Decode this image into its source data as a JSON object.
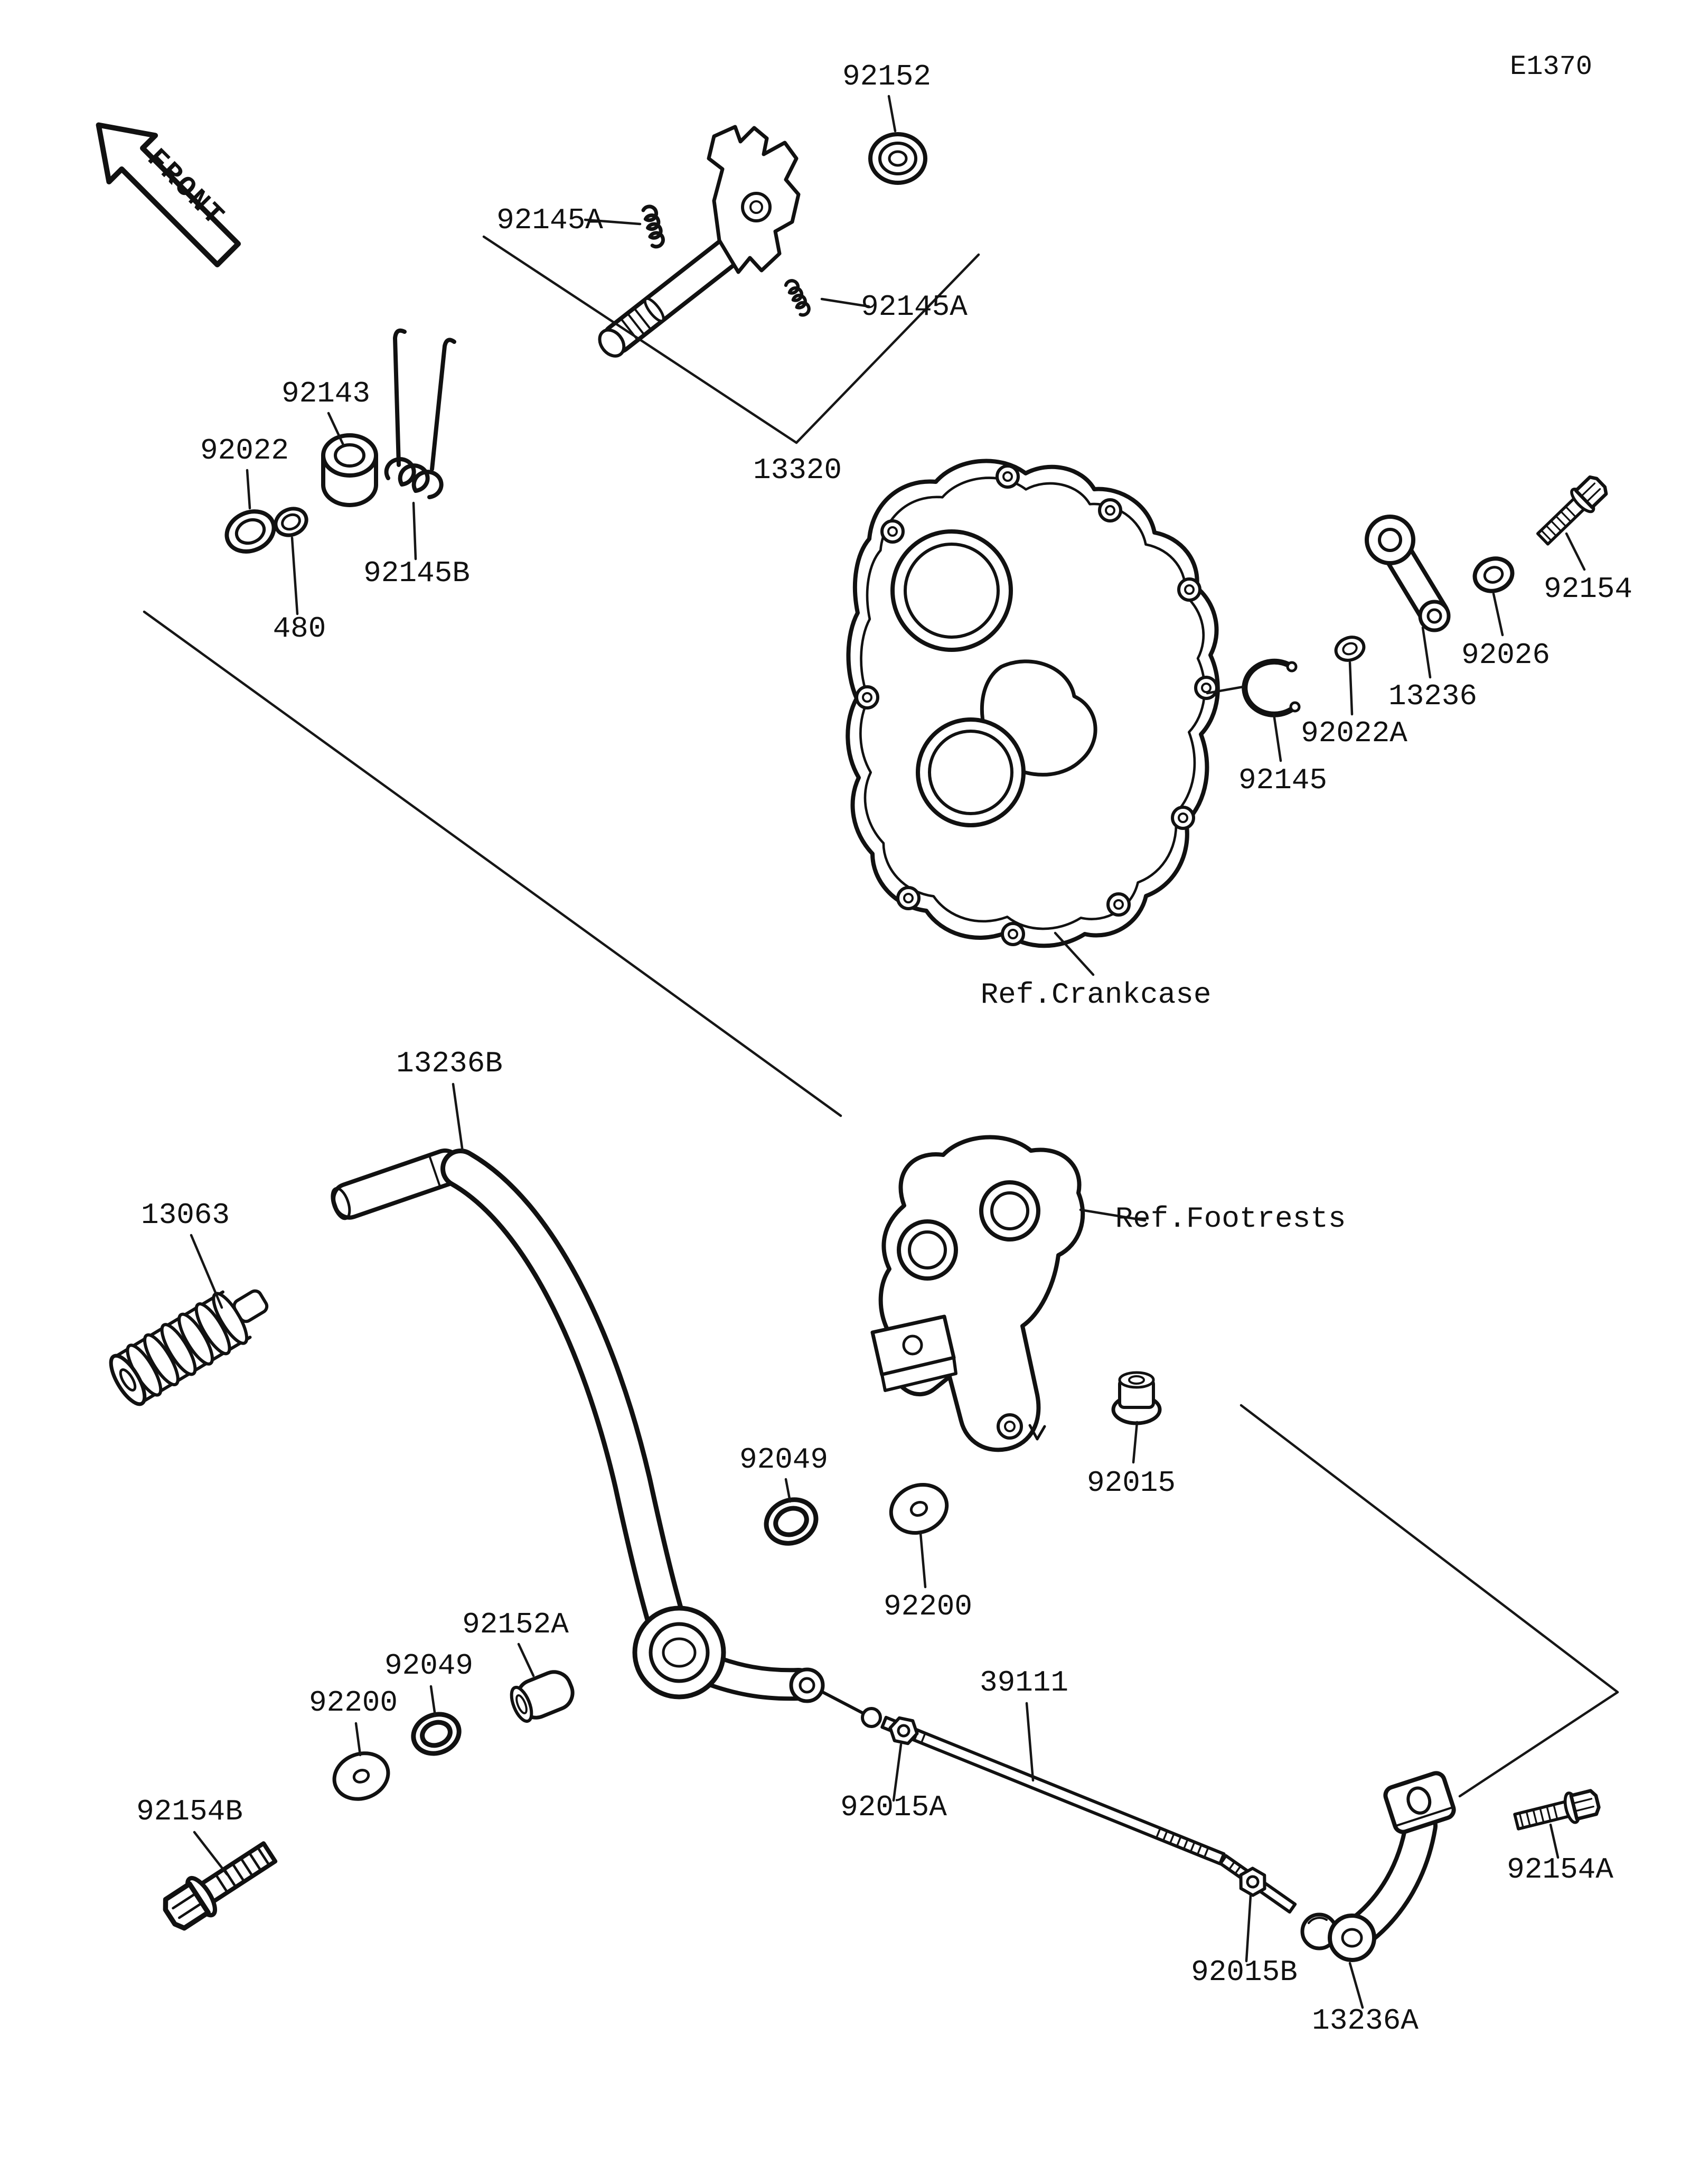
{
  "page": {
    "code": "E1370",
    "background": "#ffffff",
    "ink": "#111111"
  },
  "front_marker": {
    "label": "FRONT"
  },
  "part_labels": [
    {
      "text": "92152"
    },
    {
      "text": "92145A"
    },
    {
      "text": "92145A"
    },
    {
      "text": "92143"
    },
    {
      "text": "92022"
    },
    {
      "text": "13320"
    },
    {
      "text": "92145B"
    },
    {
      "text": "480"
    },
    {
      "text": "92154"
    },
    {
      "text": "92026"
    },
    {
      "text": "13236"
    },
    {
      "text": "92022A"
    },
    {
      "text": "92145"
    },
    {
      "text": "13236B"
    },
    {
      "text": "13063"
    },
    {
      "text": "92049"
    },
    {
      "text": "92015"
    },
    {
      "text": "92200"
    },
    {
      "text": "92152A"
    },
    {
      "text": "92049"
    },
    {
      "text": "92200"
    },
    {
      "text": "39111"
    },
    {
      "text": "92015A"
    },
    {
      "text": "92154B"
    },
    {
      "text": "92154A"
    },
    {
      "text": "92015B"
    },
    {
      "text": "13236A"
    }
  ],
  "ref_labels": [
    {
      "text": "Ref.Crankcase"
    },
    {
      "text": "Ref.Footrests"
    }
  ]
}
